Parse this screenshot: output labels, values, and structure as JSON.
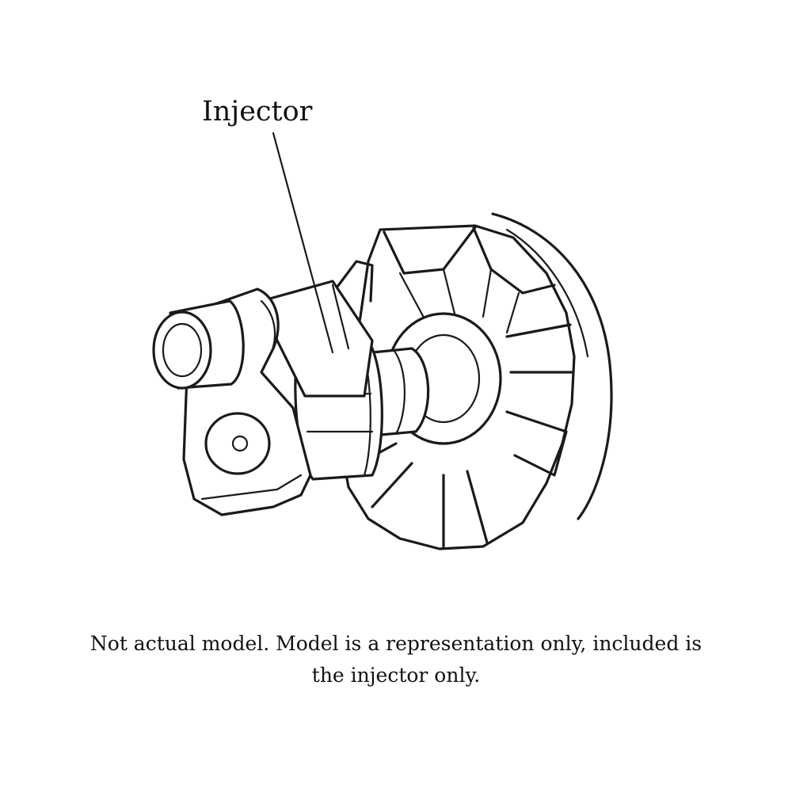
{
  "diagram": {
    "callout_label": "Injector",
    "caption_line1": "Not actual model. Model is a representation only, included is",
    "caption_line2": "the injector only."
  },
  "colors": {
    "ink": "#1a1a1a",
    "background": "#ffffff"
  }
}
